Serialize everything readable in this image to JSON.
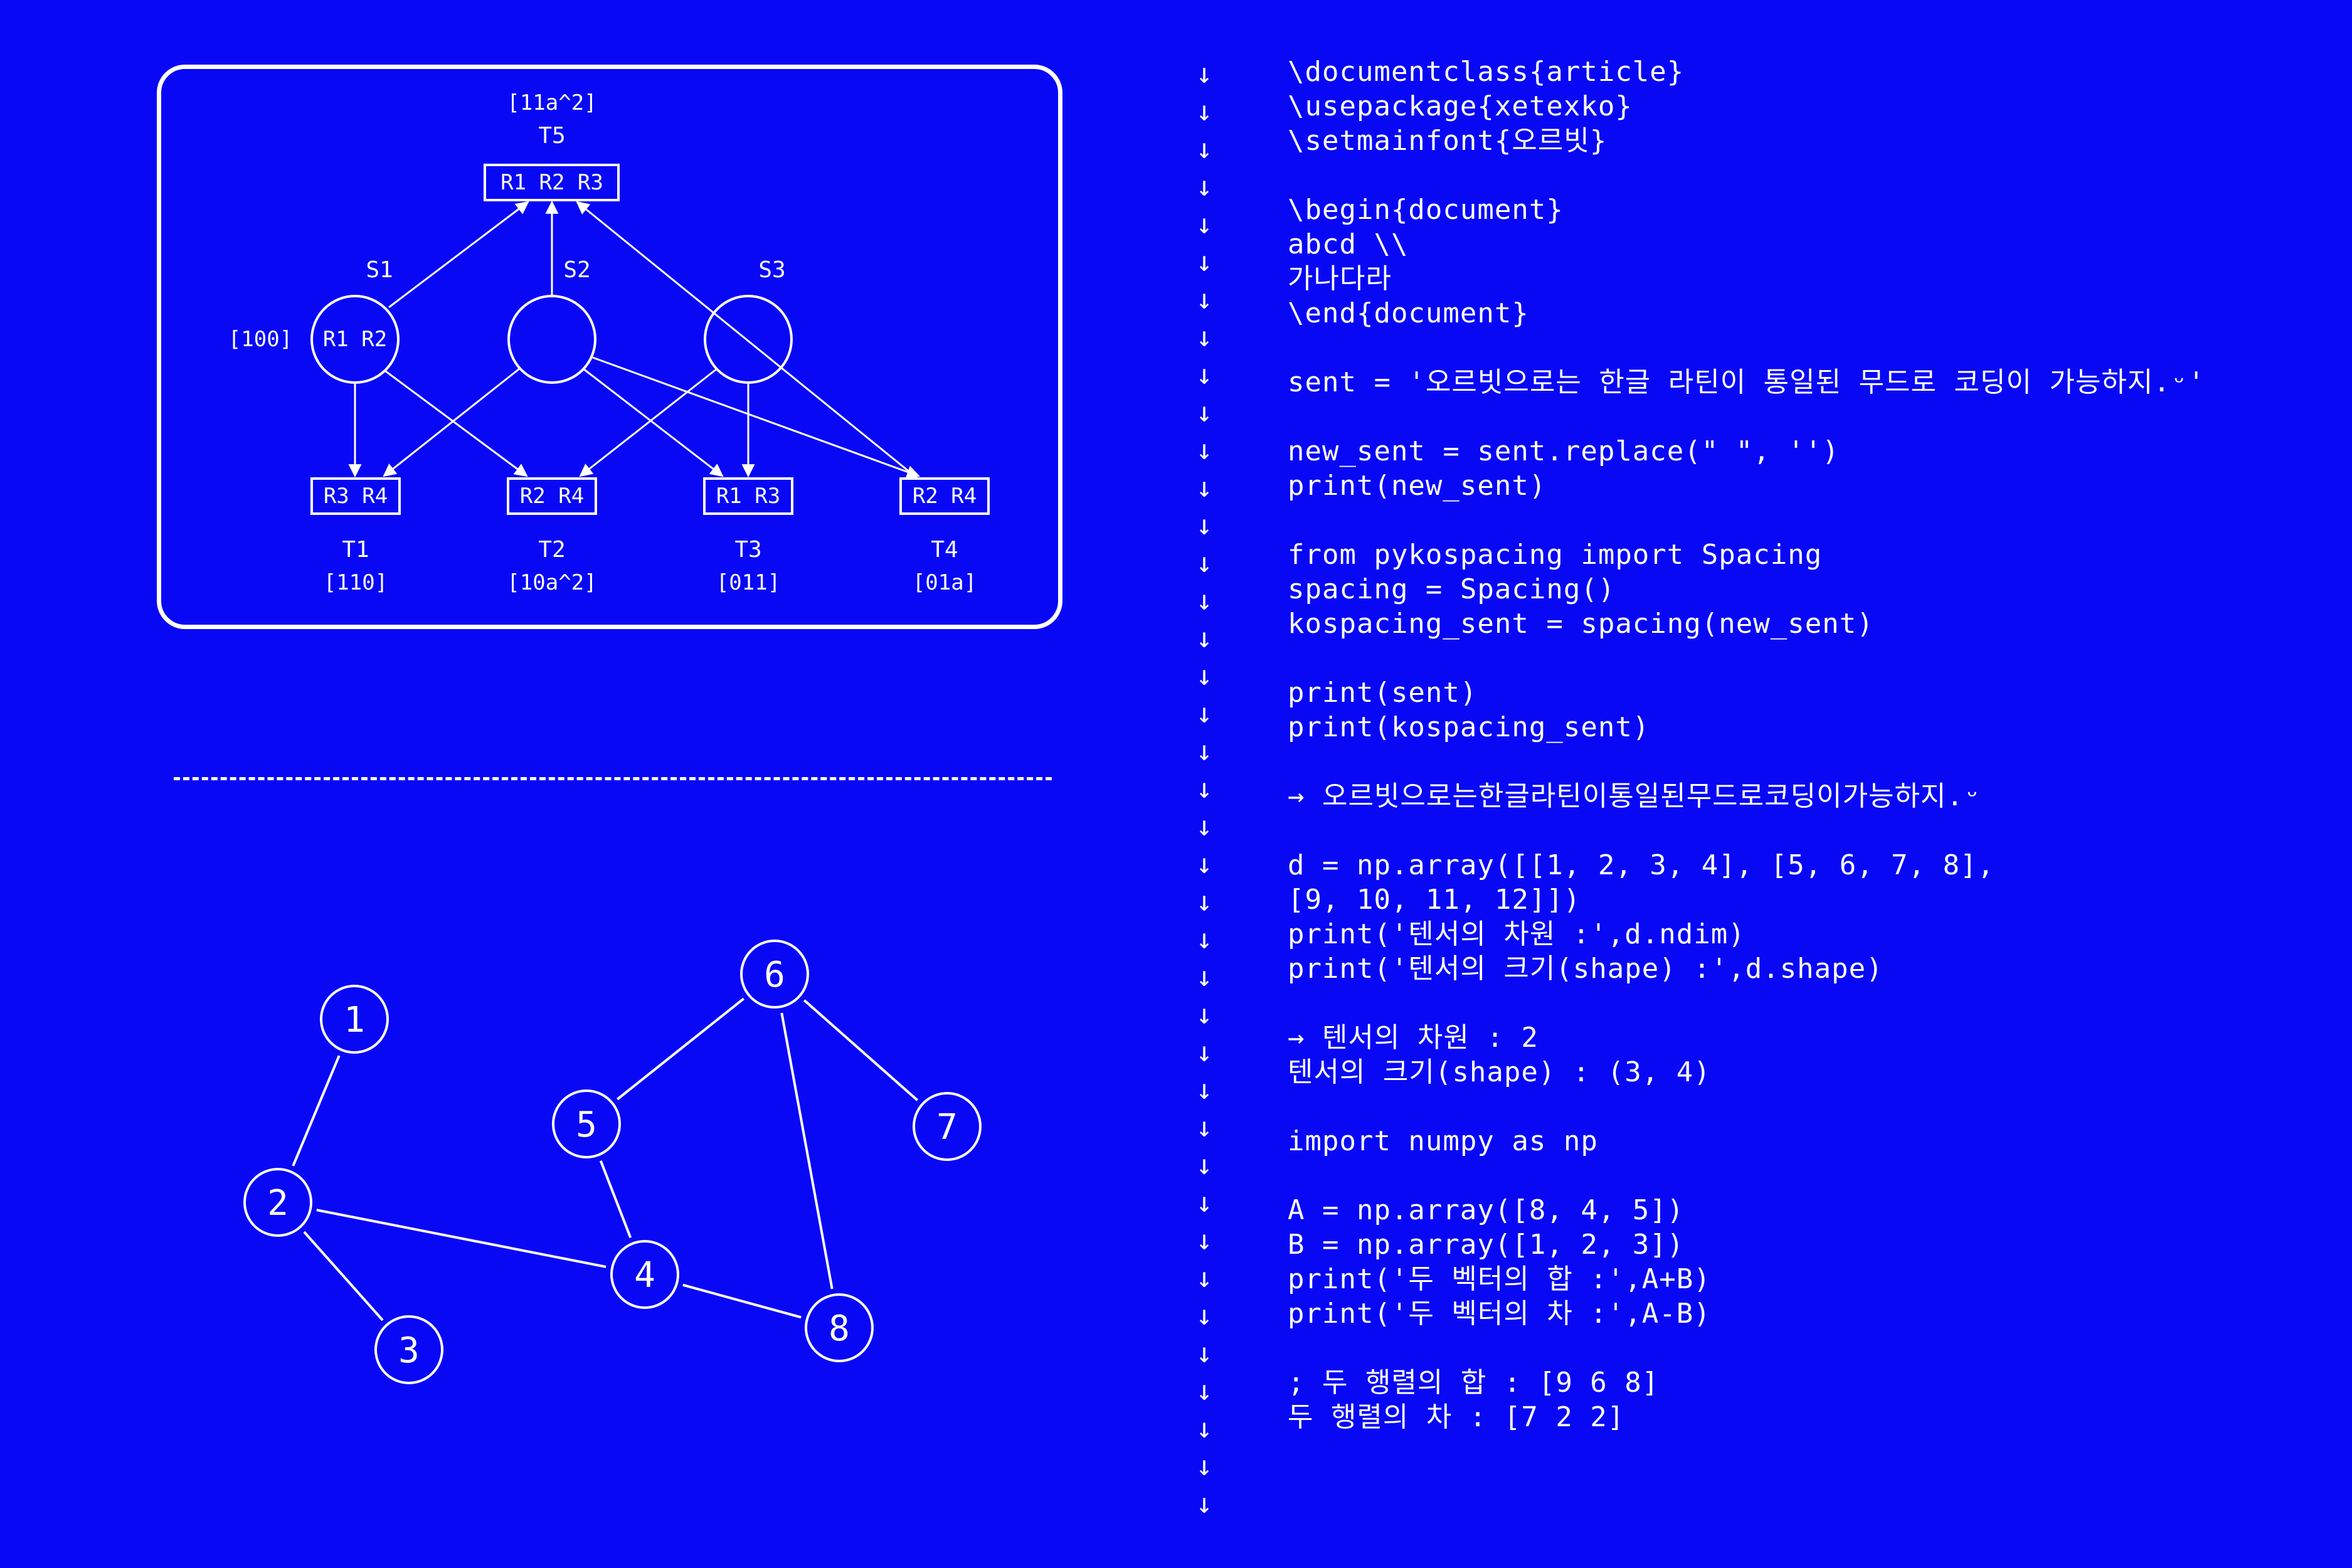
{
  "diagram_top": {
    "top_node": {
      "index_label": "[11a^2]",
      "name": "T5",
      "content": "R1 R2 R3"
    },
    "sources": [
      {
        "name": "S1",
        "content": "R1 R2",
        "side_label": "[100]"
      },
      {
        "name": "S2",
        "content": ""
      },
      {
        "name": "S3",
        "content": ""
      }
    ],
    "targets": [
      {
        "name": "T1",
        "content": "R3 R4",
        "index_label": "[110]"
      },
      {
        "name": "T2",
        "content": "R2 R4",
        "index_label": "[10a^2]"
      },
      {
        "name": "T3",
        "content": "R1 R3",
        "index_label": "[011]"
      },
      {
        "name": "T4",
        "content": "R2 R4",
        "index_label": "[01a]"
      }
    ]
  },
  "graph": {
    "nodes": [
      "1",
      "2",
      "3",
      "4",
      "5",
      "6",
      "7",
      "8"
    ],
    "edges": [
      [
        "1",
        "2"
      ],
      [
        "2",
        "3"
      ],
      [
        "2",
        "4"
      ],
      [
        "4",
        "5"
      ],
      [
        "4",
        "8"
      ],
      [
        "5",
        "6"
      ],
      [
        "6",
        "7"
      ],
      [
        "6",
        "8"
      ]
    ]
  },
  "arrow_glyph": "↓",
  "arrow_count": 39,
  "code_lines": [
    "\\documentclass{article}",
    "\\usepackage{xetexko}",
    "\\setmainfont{오르빗}",
    "",
    "\\begin{document}",
    "abcd \\\\",
    "가나다라",
    "\\end{document}",
    "",
    "sent = '오르빗으로는 한글 라틴이 통일된 무드로 코딩이 가능하지.ᵕ'",
    "",
    "new_sent = sent.replace(\" \", '')",
    "print(new_sent)",
    "",
    "from pykospacing import Spacing",
    "spacing = Spacing()",
    "kospacing_sent = spacing(new_sent)",
    "",
    "print(sent)",
    "print(kospacing_sent)",
    "",
    "→ 오르빗으로는한글라틴이통일된무드로코딩이가능하지.ᵕ",
    "",
    "d = np.array([[1, 2, 3, 4], [5, 6, 7, 8],",
    "[9, 10, 11, 12]])",
    "print('텐서의 차원 :',d.ndim)",
    "print('텐서의 크기(shape) :',d.shape)",
    "",
    "→ 텐서의 차원 : 2",
    "텐서의 크기(shape) : (3, 4)",
    "",
    "import numpy as np",
    "",
    "A = np.array([8, 4, 5])",
    "B = np.array([1, 2, 3])",
    "print('두 벡터의 합 :',A+B)",
    "print('두 벡터의 차 :',A-B)",
    "",
    "; 두 행렬의 합 : [9 6 8]",
    "두 행렬의 차 : [7 2 2]"
  ]
}
